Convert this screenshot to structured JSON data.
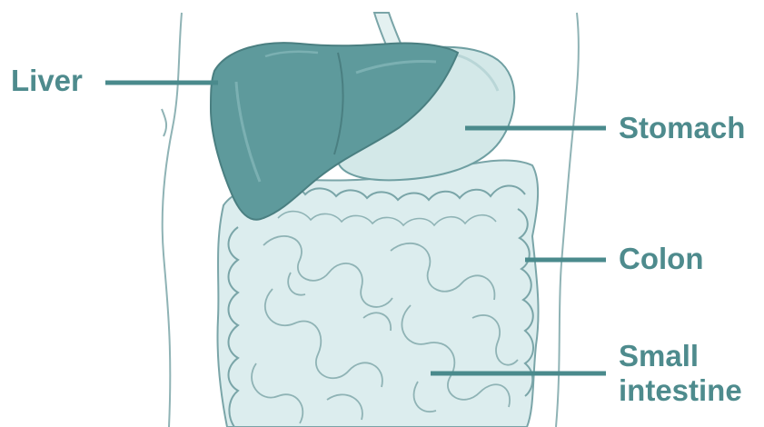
{
  "diagram": {
    "labels": {
      "liver": "Liver",
      "stomach": "Stomach",
      "colon": "Colon",
      "small_intestine_line1": "Small",
      "small_intestine_line2": "intestine"
    },
    "colors": {
      "label_text": "#4e8b8d",
      "leader_line": "#4a8a8c",
      "liver_fill": "#5e9a9c",
      "organ_fill_light": "#d9ecec",
      "organ_outline": "#7aa5a8",
      "body_outline": "#8fb3b5"
    }
  }
}
